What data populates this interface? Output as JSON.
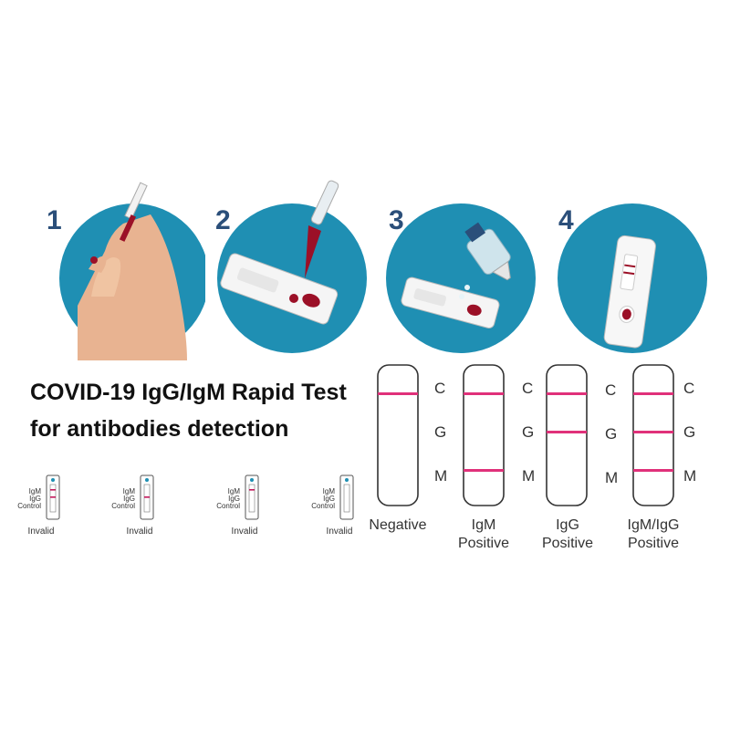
{
  "steps": [
    {
      "num": "1",
      "art": "finger-prick-icon"
    },
    {
      "num": "2",
      "art": "pipette-sample-icon"
    },
    {
      "num": "3",
      "art": "buffer-drops-icon"
    },
    {
      "num": "4",
      "art": "read-result-icon"
    }
  ],
  "title": {
    "line1": "COVID-19 IgG/IgM Rapid Test",
    "line2": "for antibodies detection"
  },
  "invalid_examples": {
    "labels": [
      "IgM",
      "IgG",
      "Control"
    ],
    "caption": "Invalid",
    "count": 4
  },
  "results": {
    "line_labels": [
      "C",
      "G",
      "M"
    ],
    "items": [
      {
        "caption_line1": "Negative",
        "caption_line2": "",
        "lines": [
          "C"
        ]
      },
      {
        "caption_line1": "IgM",
        "caption_line2": "Positive",
        "lines": [
          "C",
          "M"
        ]
      },
      {
        "caption_line1": "IgG",
        "caption_line2": "Positive",
        "lines": [
          "C",
          "G"
        ]
      },
      {
        "caption_line1": "IgM/IgG",
        "caption_line2": "Positive",
        "lines": [
          "C",
          "G",
          "M"
        ]
      }
    ]
  },
  "colors": {
    "circle": "#1f8fb3",
    "line": "#e0317a",
    "number": "#2b4f7a",
    "skin": "#e8b391",
    "blood": "#9b1027"
  }
}
